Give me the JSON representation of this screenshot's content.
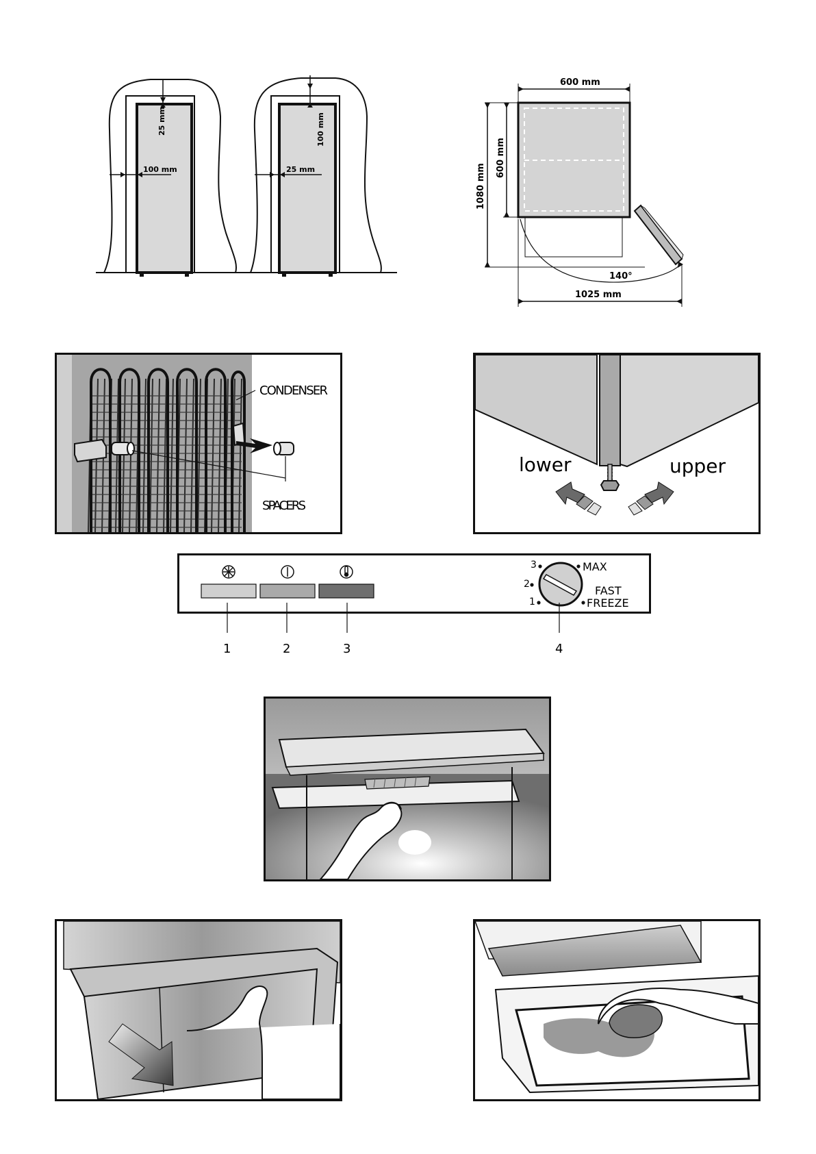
{
  "clearance": {
    "left": {
      "top_gap": "25 mm",
      "side_gap": "100 mm"
    },
    "right": {
      "top_gap": "100 mm",
      "side_gap": "25 mm"
    }
  },
  "dimensions": {
    "width": "600 mm",
    "depth": "600 mm",
    "total_depth": "1080 mm",
    "angle": "140°",
    "total_width": "1025 mm"
  },
  "condenser": {
    "condenser_label": "CONDENSER",
    "spacers_label": "SPACERS"
  },
  "leveling": {
    "lower_label": "lower",
    "upper_label": "upper"
  },
  "control_panel": {
    "indicator_numbers": [
      "1",
      "2",
      "3",
      "4"
    ],
    "dial_positions": [
      "3",
      "2",
      "1"
    ],
    "max_label": "MAX",
    "fast_label": "FAST",
    "freeze_label": "FREEZE",
    "indicator_colors": [
      "#cfcfcf",
      "#a9a9a9",
      "#6f6f6f"
    ]
  }
}
